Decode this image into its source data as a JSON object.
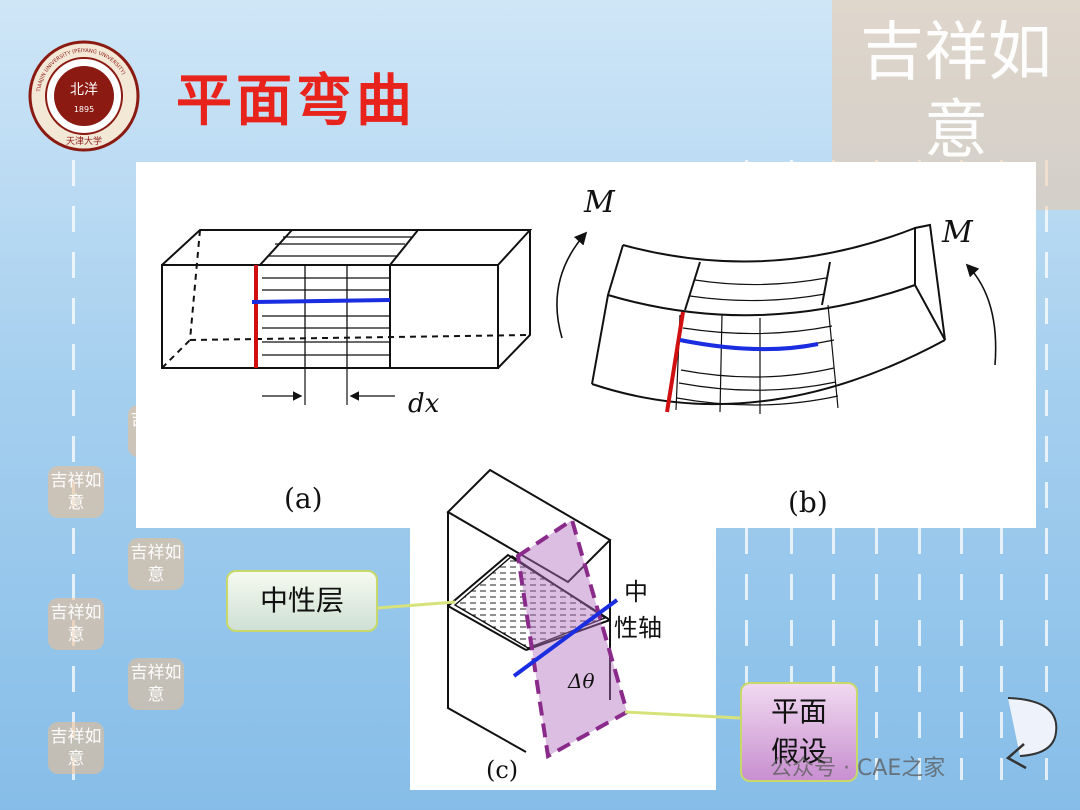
{
  "title": "平面弯曲",
  "logo": {
    "center_text": "北洋",
    "year": "1895",
    "ring_text": "TIANJIN UNIVERSITY (PEIYANG UNIVERSITY)",
    "bottom_text": "天津大学"
  },
  "decor": {
    "stamp_text": "吉祥如意"
  },
  "figure": {
    "label_a": "(a)",
    "label_b": "(b)",
    "label_c": "(c)",
    "dx_label": "dx",
    "moment_label": "M",
    "angle_label": "Δθ",
    "neutral_axis_line1": "中",
    "neutral_axis_line2": "性轴"
  },
  "callouts": {
    "neutral_layer": "中性层",
    "plane_hypothesis_line1": "平面",
    "plane_hypothesis_line2": "假设"
  },
  "watermark": "公众号 · CAE之家",
  "colors": {
    "title_red": "#e8231c",
    "section_line_red": "#d01010",
    "neutral_line_blue": "#1a2de0",
    "plane_purple": "#8a2a8a"
  }
}
